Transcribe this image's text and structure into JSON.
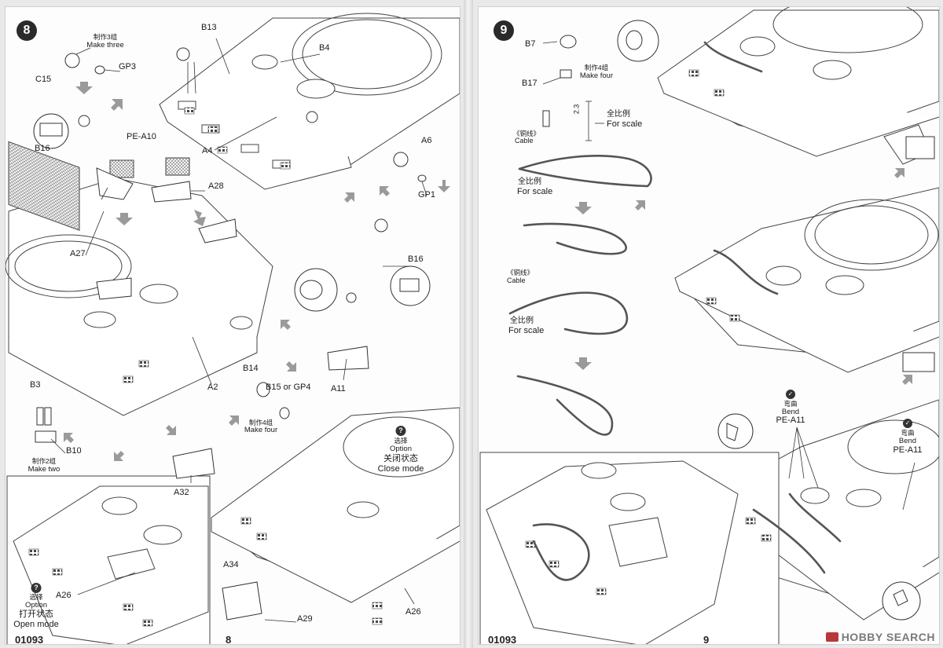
{
  "left_page": {
    "step": "8",
    "footer_code": "01093",
    "page_number": "8",
    "labels": {
      "c15": "C15",
      "gp3": "GP3",
      "make_three_cn": "制作3组",
      "make_three_en": "Make three",
      "b16_a": "B16",
      "pe_a10": "PE-A10",
      "a28": "A28",
      "b13": "B13",
      "b4": "B4",
      "a4": "A4",
      "a6": "A6",
      "gp1": "GP1",
      "a27": "A27",
      "b16_b": "B16",
      "a2": "A2",
      "a11": "A11",
      "b14": "B14",
      "b15_or_gp4": "B15 or GP4",
      "make_four_cn": "制作4组",
      "make_four_en": "Make four",
      "b3": "B3",
      "b10": "B10",
      "make_two_cn": "制作2组",
      "make_two_en": "Make two",
      "a32": "A32",
      "a26_a": "A26",
      "a26_b": "A26",
      "a34": "A34",
      "a29": "A29"
    },
    "close_mode": {
      "icon": "?",
      "option_cn": "选择",
      "option_en": "Option",
      "mode_cn": "关闭状态",
      "mode_en": "Close mode"
    },
    "open_mode": {
      "icon": "?",
      "option_cn": "选择",
      "option_en": "Option",
      "mode_cn": "打开状态",
      "mode_en": "Open mode"
    }
  },
  "right_page": {
    "step": "9",
    "footer_code": "01093",
    "page_number": "9",
    "labels": {
      "b7": "B7",
      "b17": "B17",
      "make_four_cn": "制作4组",
      "make_four_en": "Make four",
      "dim_23": "2.3",
      "for_scale_cn_1": "全比例",
      "for_scale_en_1": "For scale",
      "cable_cn_1": "《铜线》",
      "cable_en_1": "Cable",
      "for_scale_cn_2": "全比例",
      "for_scale_en_2": "For scale",
      "cable_cn_2": "《铜线》",
      "cable_en_2": "Cable",
      "for_scale_cn_3": "全比例",
      "for_scale_en_3": "For scale"
    },
    "bend_a": {
      "icon": "✓",
      "cn": "弯曲",
      "en": "Bend",
      "part": "PE-A11"
    },
    "bend_b": {
      "icon": "✓",
      "cn": "弯曲",
      "en": "Bend",
      "part": "PE-A11"
    }
  },
  "watermark": "HOBBY SEARCH",
  "icons": [
    "arrow-down-icon",
    "arrow-diagonal-icon",
    "option-icon",
    "bend-check-icon",
    "magnifier-callout-icon"
  ]
}
